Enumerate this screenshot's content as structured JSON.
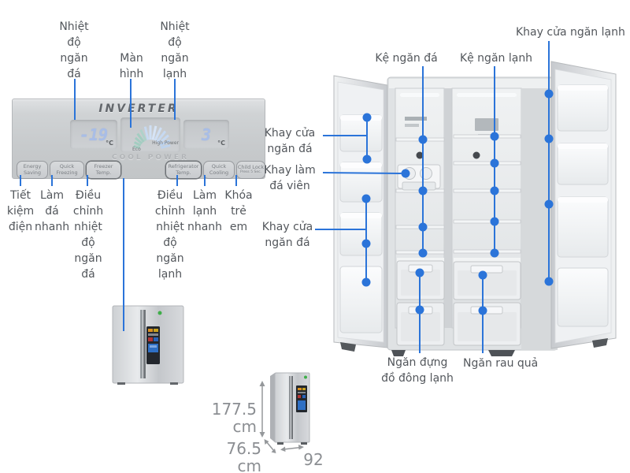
{
  "colors": {
    "callout_blue": "#2b74d9",
    "label_text": "#53575c",
    "dimension_text": "#8b8e92",
    "panel_digit_blue": "#a8bde7",
    "eco_bar_teal": "#a3cdc1",
    "power_bar_blue": "#c6d9f1"
  },
  "panel": {
    "brand": "INVERTER",
    "cool_power_label": "COOL POWER",
    "display": {
      "freezer_temp": "-19",
      "fridge_temp": "3",
      "unit": "°C",
      "eco_label": "Eco",
      "high_power_label": "High Power"
    },
    "buttons": [
      {
        "line1": "Energy",
        "line2": "Saving"
      },
      {
        "line1": "Quick",
        "line2": "Freezing"
      },
      {
        "line1": "Freezer",
        "line2": "Temp."
      },
      {
        "line1": "Refrigerator",
        "line2": "Temp."
      },
      {
        "line1": "Quick",
        "line2": "Cooling"
      },
      {
        "line1": "Child Lock",
        "line2": "Press 5 Sec."
      }
    ]
  },
  "callouts": {
    "top": [
      {
        "label": "Nhiệt độ ngăn đá"
      },
      {
        "label": "Màn hình"
      },
      {
        "label": "Nhiệt độ ngăn lạnh"
      }
    ],
    "bottom": [
      {
        "label": "Tiết kiệm điện"
      },
      {
        "label": "Làm đá nhanh"
      },
      {
        "label": "Điều chỉnh nhiệt độ ngăn đá"
      },
      {
        "label": "Điều chỉnh nhiệt độ ngăn lạnh"
      },
      {
        "label": "Làm lạnh nhanh"
      },
      {
        "label": "Khóa trẻ em"
      }
    ],
    "fridge": {
      "door_tray_cool": "Khay cửa ngăn lạnh",
      "freezer_shelf": "Kệ ngăn đá",
      "cool_shelf": "Kệ ngăn lạnh",
      "door_tray_freezer_1": {
        "line1": "Khay cửa",
        "line2": "ngăn đá"
      },
      "ice_tray": {
        "line1": "Khay làm",
        "line2": "đá viên"
      },
      "door_tray_freezer_2": {
        "line1": "Khay cửa",
        "line2": "ngăn đá"
      },
      "frozen_drawer": {
        "line1": "Ngăn đựng",
        "line2": "đồ đông lạnh"
      },
      "veg_drawer": "Ngăn rau quả"
    }
  },
  "dimensions": {
    "height": "177.5 cm",
    "depth": "76.5 cm",
    "width": "92 cm"
  }
}
